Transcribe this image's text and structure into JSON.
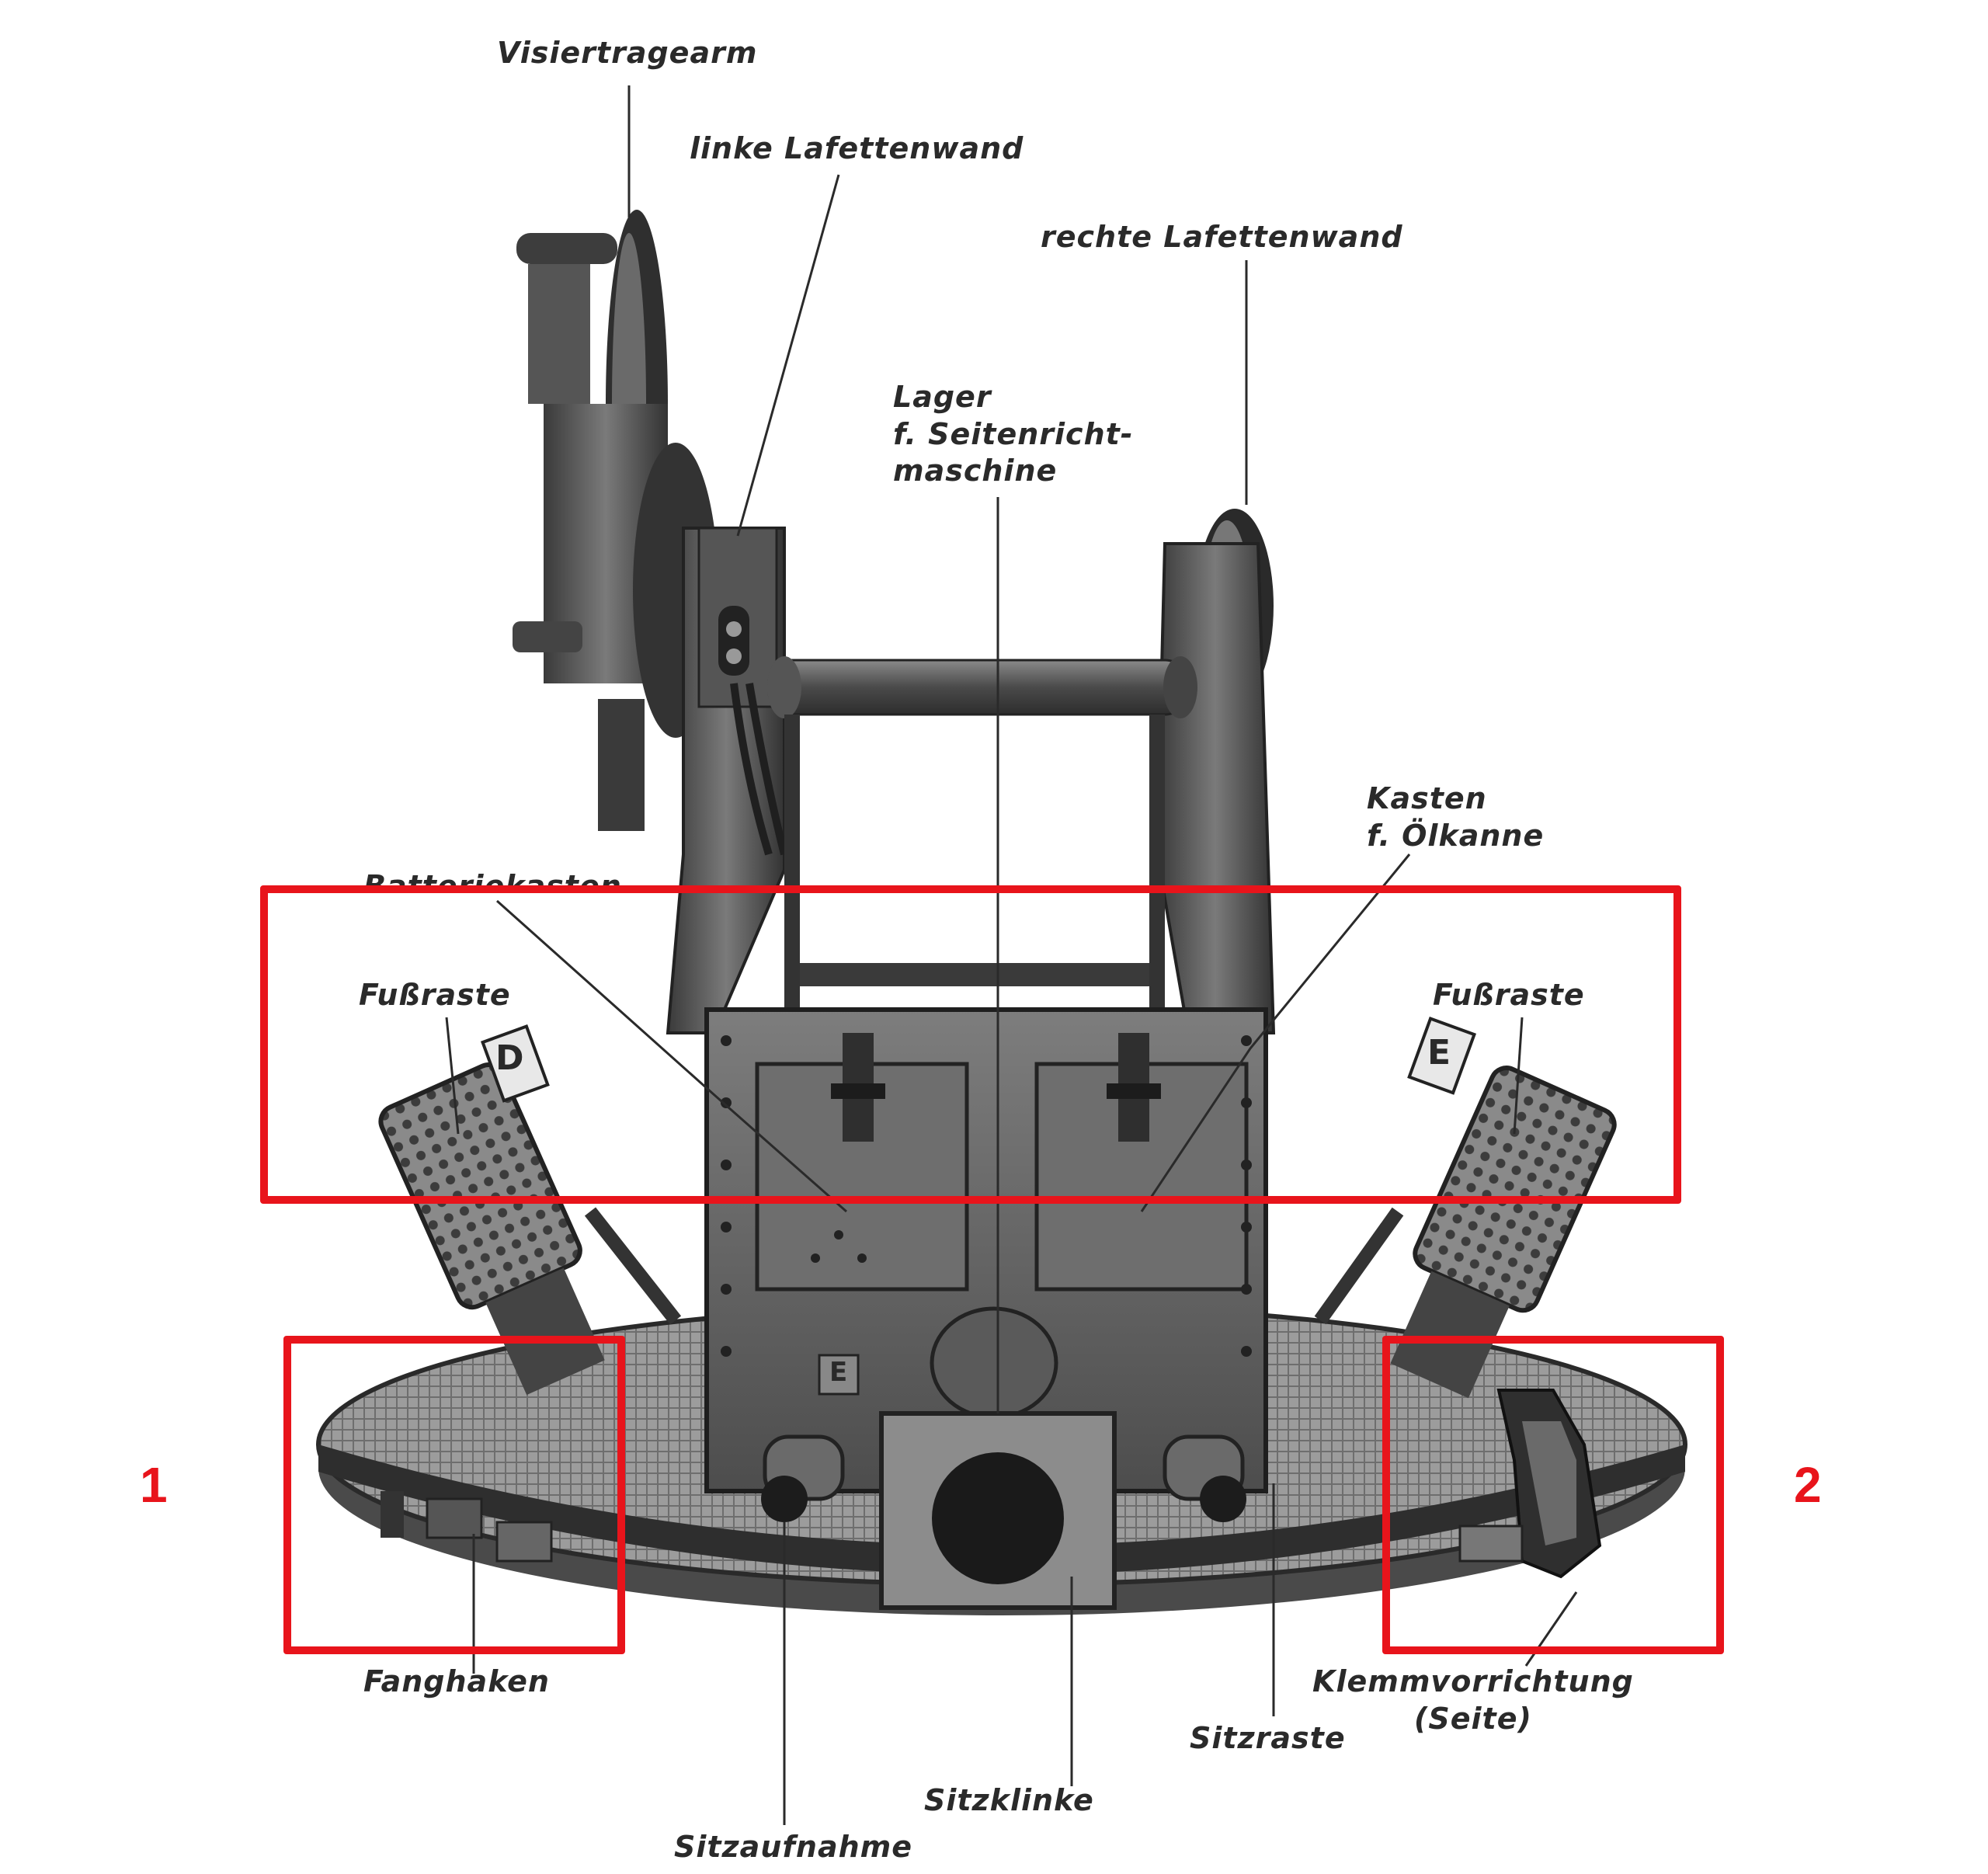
{
  "labels": {
    "visiertragearm": "Visiertragearm",
    "linke_lafettenwand": "linke Lafettenwand",
    "rechte_lafettenwand": "rechte Lafettenwand",
    "lager_line1": "Lager",
    "lager_line2": "f. Seitenricht-",
    "lager_line3": "maschine",
    "batteriekasten": "Batteriekasten",
    "kasten_line1": "Kasten",
    "kasten_line2": "f. Ölkanne",
    "fussraste_left": "Fußraste",
    "fussraste_right": "Fußraste",
    "fanghaken": "Fanghaken",
    "klemm_line1": "Klemmvorrichtung",
    "klemm_line2": "(Seite)",
    "sitzraste": "Sitzraste",
    "sitzklinke": "Sitzklinke",
    "sitzaufnahme": "Sitzaufnahme",
    "pedal_left_letter": "D",
    "pedal_right_letter": "E",
    "plate_letter": "E"
  },
  "highlights": {
    "left_number": "1",
    "right_number": "2"
  },
  "colors": {
    "highlight": "#e8141b",
    "ink": "#2a2a2a",
    "metal_dark": "#3a3a3a",
    "metal_mid": "#6b6b6b",
    "metal_light": "#a9a9a9"
  }
}
